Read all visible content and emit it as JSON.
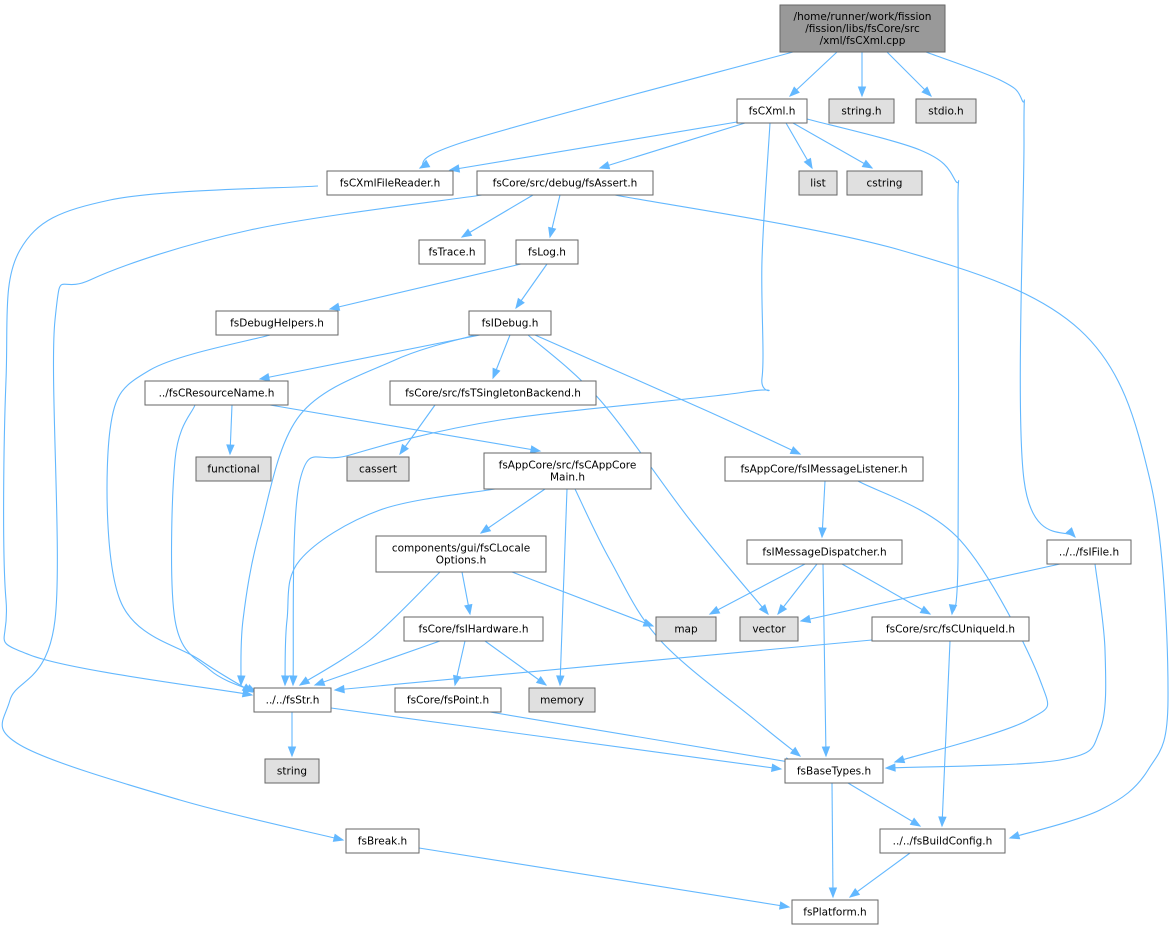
{
  "graph": {
    "nodes": [
      {
        "id": "root",
        "lines": [
          "/home/runner/work/fission",
          "/fission/libs/fsCore/src",
          "/xml/fsCXml.cpp"
        ],
        "style": "root"
      },
      {
        "id": "fsCXml",
        "lines": [
          "fsCXml.h"
        ],
        "style": "normal"
      },
      {
        "id": "string_h",
        "lines": [
          "string.h"
        ],
        "style": "external"
      },
      {
        "id": "stdio_h",
        "lines": [
          "stdio.h"
        ],
        "style": "external"
      },
      {
        "id": "fsCXmlFileReader",
        "lines": [
          "fsCXmlFileReader.h"
        ],
        "style": "normal"
      },
      {
        "id": "fsAssert",
        "lines": [
          "fsCore/src/debug/fsAssert.h"
        ],
        "style": "normal"
      },
      {
        "id": "list",
        "lines": [
          "list"
        ],
        "style": "external"
      },
      {
        "id": "cstring",
        "lines": [
          "cstring"
        ],
        "style": "external"
      },
      {
        "id": "fsTrace",
        "lines": [
          "fsTrace.h"
        ],
        "style": "normal"
      },
      {
        "id": "fsLog",
        "lines": [
          "fsLog.h"
        ],
        "style": "normal"
      },
      {
        "id": "fsDebugHelpers",
        "lines": [
          "fsDebugHelpers.h"
        ],
        "style": "normal"
      },
      {
        "id": "fsIDebug",
        "lines": [
          "fsIDebug.h"
        ],
        "style": "normal"
      },
      {
        "id": "fsCResourceName",
        "lines": [
          "../fsCResourceName.h"
        ],
        "style": "normal"
      },
      {
        "id": "fsTSingletonBackend",
        "lines": [
          "fsCore/src/fsTSingletonBackend.h"
        ],
        "style": "normal"
      },
      {
        "id": "functional",
        "lines": [
          "functional"
        ],
        "style": "external"
      },
      {
        "id": "cassert",
        "lines": [
          "cassert"
        ],
        "style": "external"
      },
      {
        "id": "fsCAppCoreMain",
        "lines": [
          "fsAppCore/src/fsCAppCore",
          "Main.h"
        ],
        "style": "normal"
      },
      {
        "id": "fsIMessageListener",
        "lines": [
          "fsAppCore/fsIMessageListener.h"
        ],
        "style": "normal"
      },
      {
        "id": "fsCLocaleOptions",
        "lines": [
          "components/gui/fsCLocale",
          "Options.h"
        ],
        "style": "normal"
      },
      {
        "id": "fsIMessageDispatcher",
        "lines": [
          "fsIMessageDispatcher.h"
        ],
        "style": "normal"
      },
      {
        "id": "fsIFile",
        "lines": [
          "../../fsIFile.h"
        ],
        "style": "normal"
      },
      {
        "id": "map",
        "lines": [
          "map"
        ],
        "style": "external"
      },
      {
        "id": "vector",
        "lines": [
          "vector"
        ],
        "style": "external"
      },
      {
        "id": "fsIHardware",
        "lines": [
          "fsCore/fsIHardware.h"
        ],
        "style": "normal"
      },
      {
        "id": "fsCUniqueId",
        "lines": [
          "fsCore/src/fsCUniqueId.h"
        ],
        "style": "normal"
      },
      {
        "id": "fsStr",
        "lines": [
          "../../fsStr.h"
        ],
        "style": "normal"
      },
      {
        "id": "fsPoint",
        "lines": [
          "fsCore/fsPoint.h"
        ],
        "style": "normal"
      },
      {
        "id": "memory",
        "lines": [
          "memory"
        ],
        "style": "external"
      },
      {
        "id": "string",
        "lines": [
          "string"
        ],
        "style": "external"
      },
      {
        "id": "fsBaseTypes",
        "lines": [
          "fsBaseTypes.h"
        ],
        "style": "normal"
      },
      {
        "id": "fsBreak",
        "lines": [
          "fsBreak.h"
        ],
        "style": "normal"
      },
      {
        "id": "fsBuildConfig",
        "lines": [
          "../../fsBuildConfig.h"
        ],
        "style": "normal"
      },
      {
        "id": "fsPlatform",
        "lines": [
          "fsPlatform.h"
        ],
        "style": "normal"
      }
    ],
    "colors": {
      "edge": "#63b8ff",
      "root_fill": "#999999",
      "external_fill": "#e0e0e0",
      "normal_fill": "#ffffff",
      "border": "#666666",
      "external_border": "#999999"
    }
  }
}
